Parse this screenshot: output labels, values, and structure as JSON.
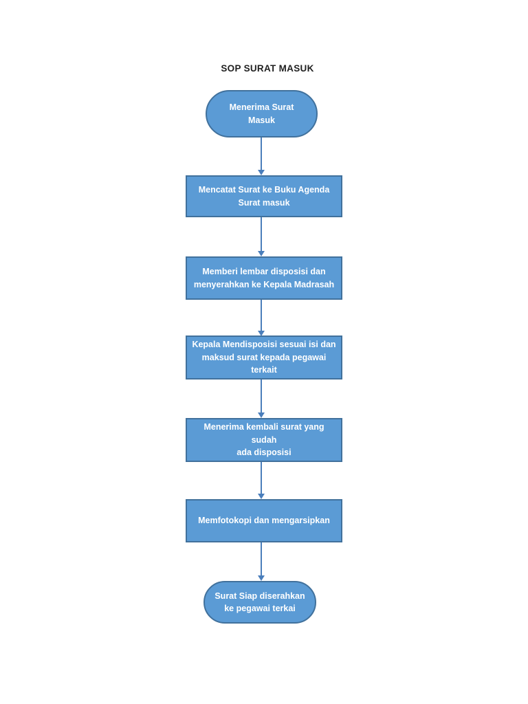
{
  "page": {
    "title": "SOP SURAT MASUK"
  },
  "flow": {
    "steps": [
      {
        "id": "start",
        "shape": "terminator",
        "label": "Menerima Surat\nMasuk"
      },
      {
        "id": "step-1",
        "shape": "process",
        "label": "Mencatat Surat ke Buku Agenda\nSurat masuk"
      },
      {
        "id": "step-2",
        "shape": "process",
        "label": "Memberi lembar disposisi dan\nmenyerahkan ke Kepala Madrasah"
      },
      {
        "id": "step-3",
        "shape": "process",
        "label": "Kepala Mendisposisi sesuai isi dan\nmaksud surat kepada pegawai\nterkait"
      },
      {
        "id": "step-4",
        "shape": "process",
        "label": "Menerima kembali surat yang sudah\nada disposisi"
      },
      {
        "id": "step-5",
        "shape": "process",
        "label": "Memfotokopi dan mengarsipkan"
      },
      {
        "id": "end",
        "shape": "terminator",
        "label": "Surat Siap diserahkan\nke pegawai terkai"
      }
    ],
    "connector_count": 6,
    "connector_direction": "down"
  },
  "colors": {
    "node_fill": "#5b9bd5",
    "node_border": "#41719c",
    "arrow": "#4a7ebb",
    "node_text": "#ffffff",
    "title_text": "#1f1f1f",
    "page_bg": "#ffffff"
  }
}
